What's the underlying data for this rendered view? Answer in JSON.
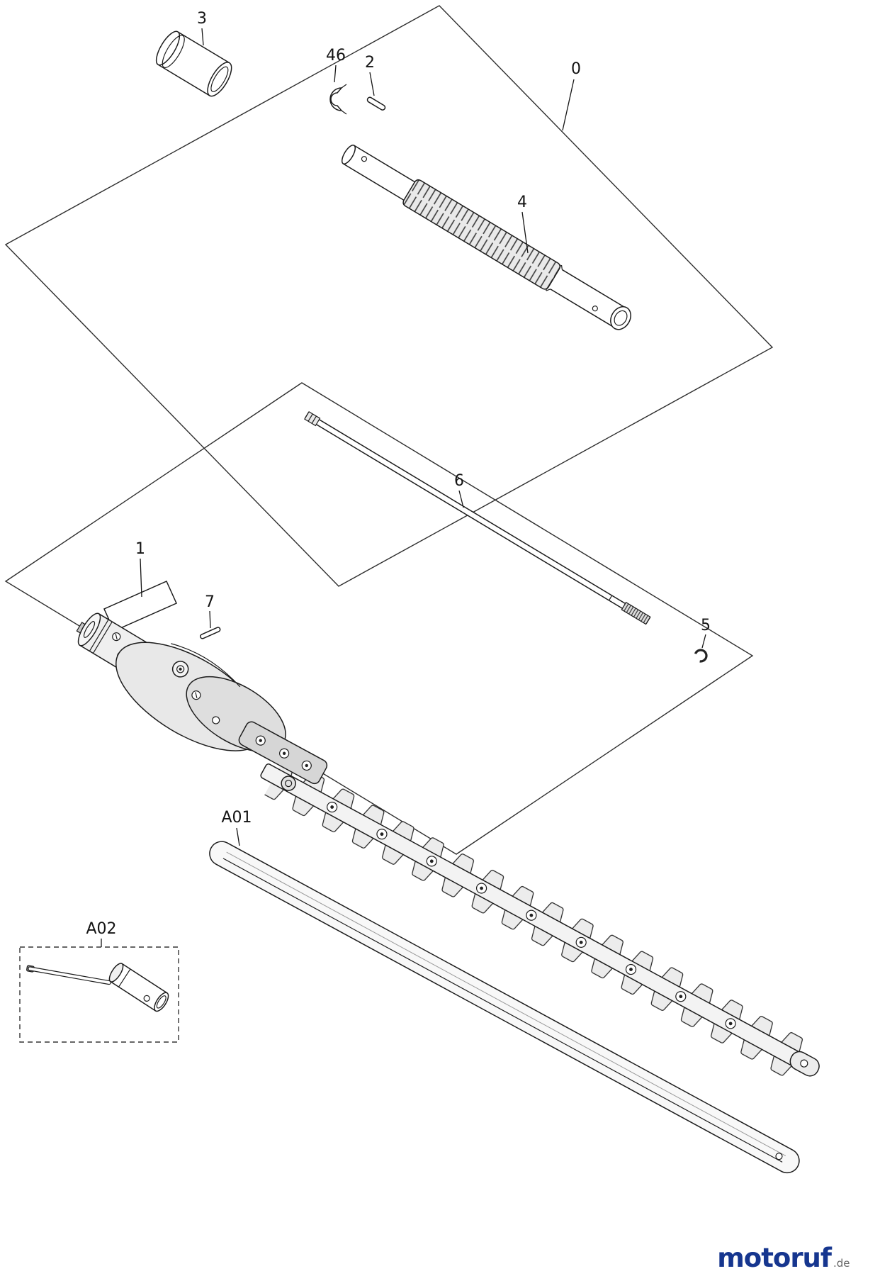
{
  "diagram": {
    "part_labels": [
      {
        "text": "3"
      },
      {
        "text": "46"
      },
      {
        "text": "2"
      },
      {
        "text": "0"
      },
      {
        "text": "4"
      },
      {
        "text": "6"
      },
      {
        "text": "1"
      },
      {
        "text": "7"
      },
      {
        "text": "5"
      },
      {
        "text": "A01"
      },
      {
        "text": "A02"
      }
    ],
    "colors": {
      "line": "#1c1c1c",
      "panel_line": "#2e2e2e",
      "background": "#ffffff"
    }
  },
  "footer": {
    "logo_text": "motoruf",
    "logo_tld": ".de",
    "logo_color": "#16368f",
    "logo_tld_color": "#666666"
  }
}
